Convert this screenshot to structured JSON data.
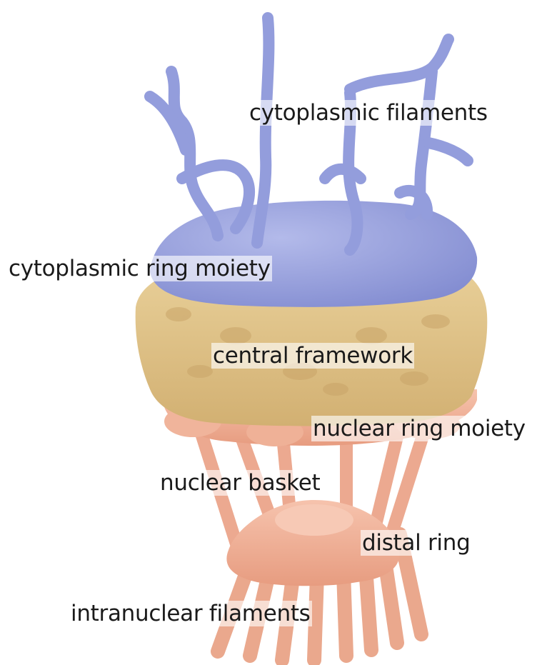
{
  "diagram": {
    "colors": {
      "cytoplasmic": "#9aa3df",
      "central": "#e3c88f",
      "nuclear": "#f1b39c"
    },
    "labels": {
      "cytoplasmic_filaments": "cytoplasmic filaments",
      "cytoplasmic_ring_moiety": "cytoplasmic ring moiety",
      "central_framework": "central framework",
      "nuclear_ring_moiety": "nuclear ring moiety",
      "nuclear_basket": "nuclear basket",
      "distal_ring": "distal ring",
      "intranuclear_filaments": "intranuclear filaments"
    }
  }
}
